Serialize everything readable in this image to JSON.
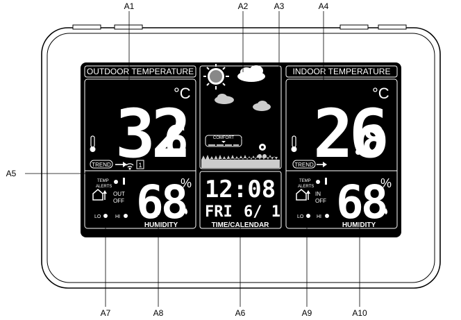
{
  "callouts": {
    "A1": "A1",
    "A2": "A2",
    "A3": "A3",
    "A4": "A4",
    "A5": "A5",
    "A6": "A6",
    "A7": "A7",
    "A8": "A8",
    "A9": "A9",
    "A10": "A10"
  },
  "outdoor": {
    "header": "OUTDOOR TEMPERATURE",
    "temp_int": "32",
    "temp_dec": "6",
    "unit": "°C",
    "trend": "TREND",
    "channel": "1",
    "humidity": "68",
    "humidity_unit": "%",
    "humidity_label": "HUMIDITY",
    "alerts_line1": "TEMP",
    "alerts_line2": "ALERTS",
    "mode_line1": "OUT",
    "mode_line2": "OFF",
    "lo": "LO",
    "hi": "HI"
  },
  "forecast": {
    "comfort": "COMFORT"
  },
  "clock": {
    "time": "12:08",
    "day": "FRI",
    "date": "6/ 1",
    "label": "TIME/CALENDAR"
  },
  "indoor": {
    "header": "INDOOR TEMPERATURE",
    "temp_int": "26",
    "temp_dec": "8",
    "unit": "°C",
    "trend": "TREND",
    "humidity": "68",
    "humidity_unit": "%",
    "humidity_label": "HUMIDITY",
    "alerts_line1": "TEMP",
    "alerts_line2": "ALERTS",
    "mode_line1": "IN",
    "mode_line2": "OFF",
    "lo": "LO",
    "hi": "HI"
  }
}
